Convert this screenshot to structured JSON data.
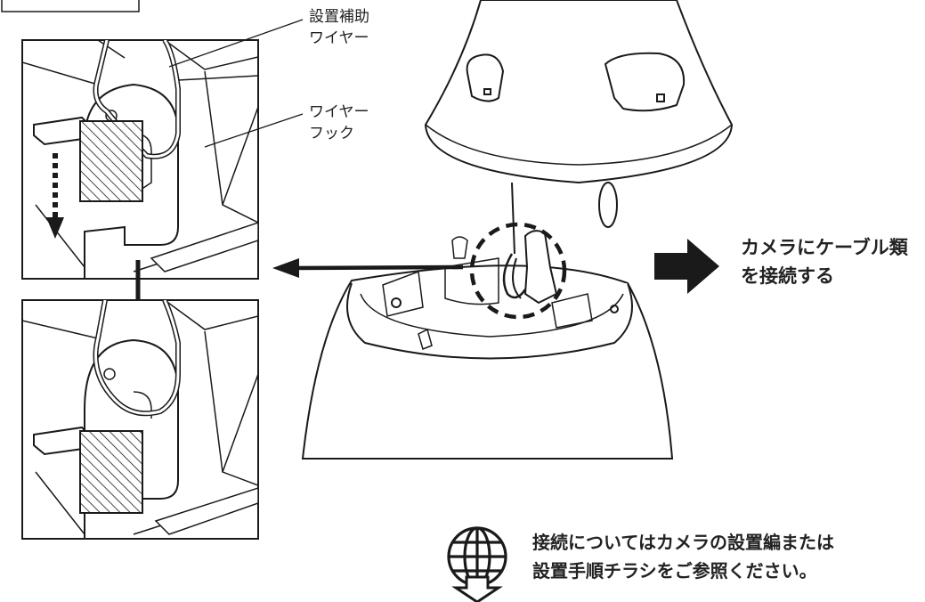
{
  "labels": {
    "assist_wire": [
      "設置補助",
      "ワイヤー"
    ],
    "wire_hook": [
      "ワイヤー",
      "フック"
    ],
    "connect_cables": [
      "カメラにケーブル類",
      "を接続する"
    ],
    "reference_note": [
      "接続についてはカメラの設置編または",
      "設置手順チラシをご参照ください。"
    ]
  },
  "icons": [
    "globe-download-icon",
    "right-arrow-icon",
    "left-arrow-icon",
    "down-arrow-icon",
    "dashed-down-arrow-icon"
  ],
  "colors": {
    "line": "#1a1a1a",
    "fill": "#ffffff",
    "hatch": "#1a1a1a"
  }
}
